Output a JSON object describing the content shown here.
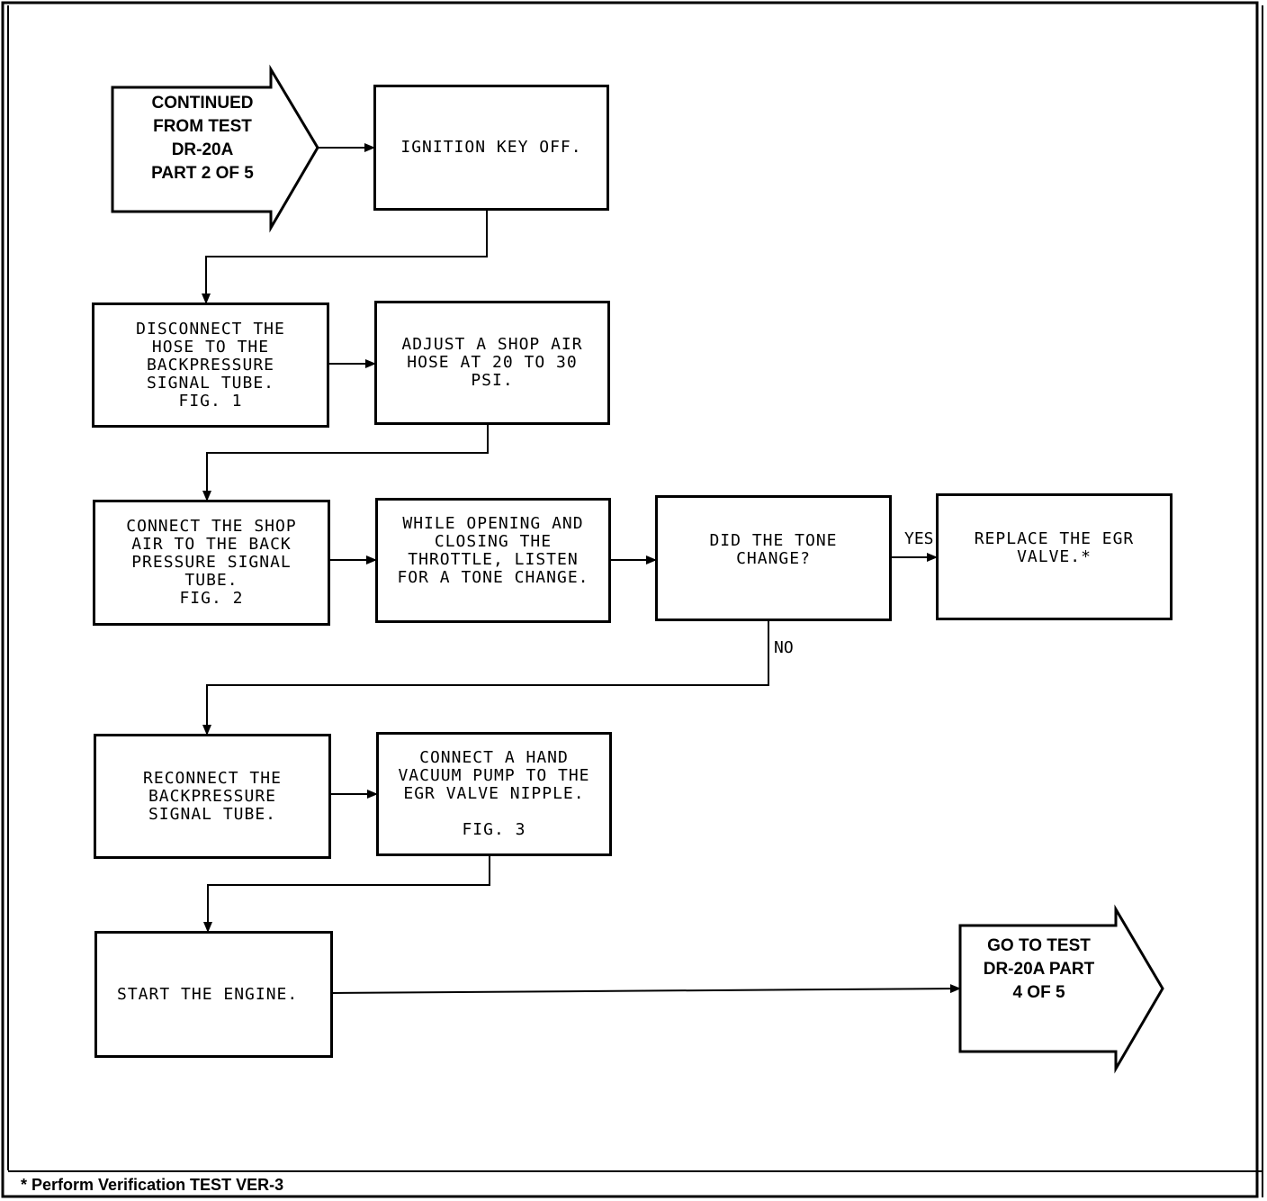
{
  "nodes": {
    "start": "CONTINUED\nFROM TEST\nDR-20A\nPART 2 OF 5",
    "ignition_off": "IGNITION KEY OFF.",
    "disconnect_hose": "DISCONNECT THE\nHOSE TO THE\nBACKPRESSURE\nSIGNAL TUBE.\nFIG. 1",
    "adjust_air": "ADJUST A SHOP AIR\nHOSE AT 20 TO 30\nPSI.",
    "connect_air": "CONNECT THE SHOP\nAIR TO THE BACK\nPRESSURE SIGNAL\nTUBE.\nFIG. 2",
    "listen": "WHILE OPENING AND\nCLOSING THE\nTHROTTLE, LISTEN\nFOR A TONE CHANGE.",
    "decision": "DID THE TONE\nCHANGE?",
    "replace_egr": "REPLACE THE EGR\nVALVE.*",
    "reconnect": "RECONNECT THE\nBACKPRESSURE\nSIGNAL TUBE.",
    "vacuum_pump": "CONNECT A HAND\nVACUUM PUMP TO THE\nEGR VALVE NIPPLE.\n\nFIG. 3",
    "start_engine": "START THE ENGINE.",
    "goto": "GO TO TEST\nDR-20A PART\n4 OF 5"
  },
  "edges": {
    "yes": "YES",
    "no": "NO"
  },
  "footer": "* Perform Verification TEST VER-3"
}
